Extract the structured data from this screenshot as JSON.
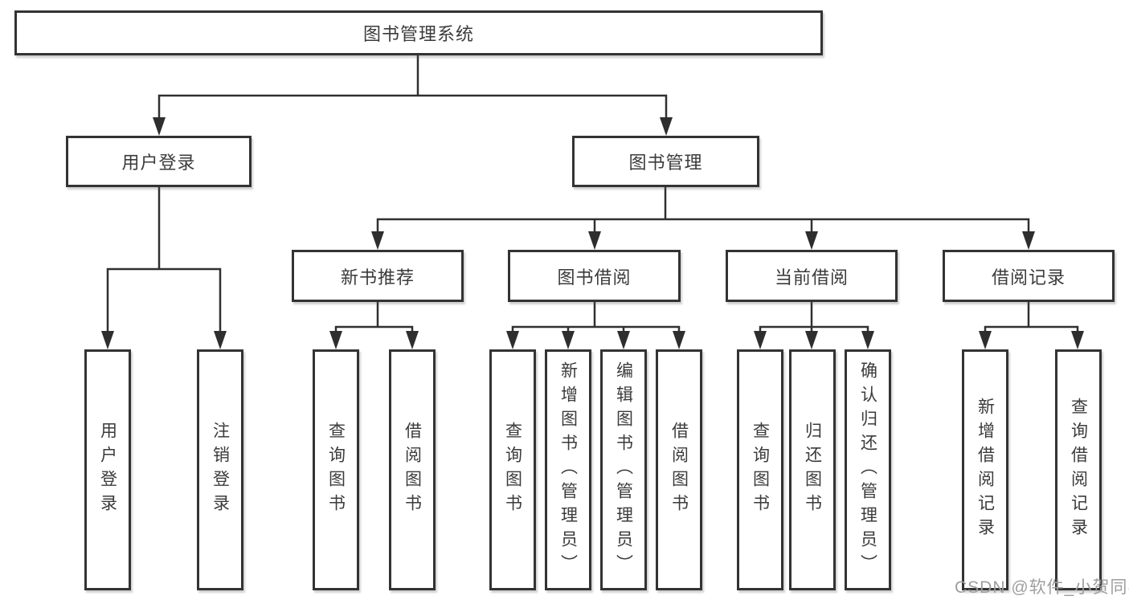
{
  "diagram": {
    "root": {
      "label": "图书管理系统",
      "children": [
        {
          "label": "用户登录",
          "children": [
            {
              "label": "用户登录"
            },
            {
              "label": "注销登录"
            }
          ]
        },
        {
          "label": "图书管理",
          "children": [
            {
              "label": "新书推荐",
              "children": [
                {
                  "label": "查询图书"
                },
                {
                  "label": "借阅图书"
                }
              ]
            },
            {
              "label": "图书借阅",
              "children": [
                {
                  "label": "查询图书"
                },
                {
                  "label": "新增图书（管理员）"
                },
                {
                  "label": "编辑图书（管理员）"
                },
                {
                  "label": "借阅图书"
                }
              ]
            },
            {
              "label": "当前借阅",
              "children": [
                {
                  "label": "查询图书"
                },
                {
                  "label": "归还图书"
                },
                {
                  "label": "确认归还（管理员）"
                }
              ]
            },
            {
              "label": "借阅记录",
              "children": [
                {
                  "label": "新增借阅记录"
                },
                {
                  "label": "查询借阅记录"
                }
              ]
            }
          ]
        }
      ]
    }
  },
  "watermark": {
    "text": "CSDN @软件_小贺同学"
  },
  "colors": {
    "line": "#303030",
    "box_border": "#333333",
    "text": "#3b3b3b",
    "watermark": "#9e9e9e",
    "background": "#ffffff"
  }
}
